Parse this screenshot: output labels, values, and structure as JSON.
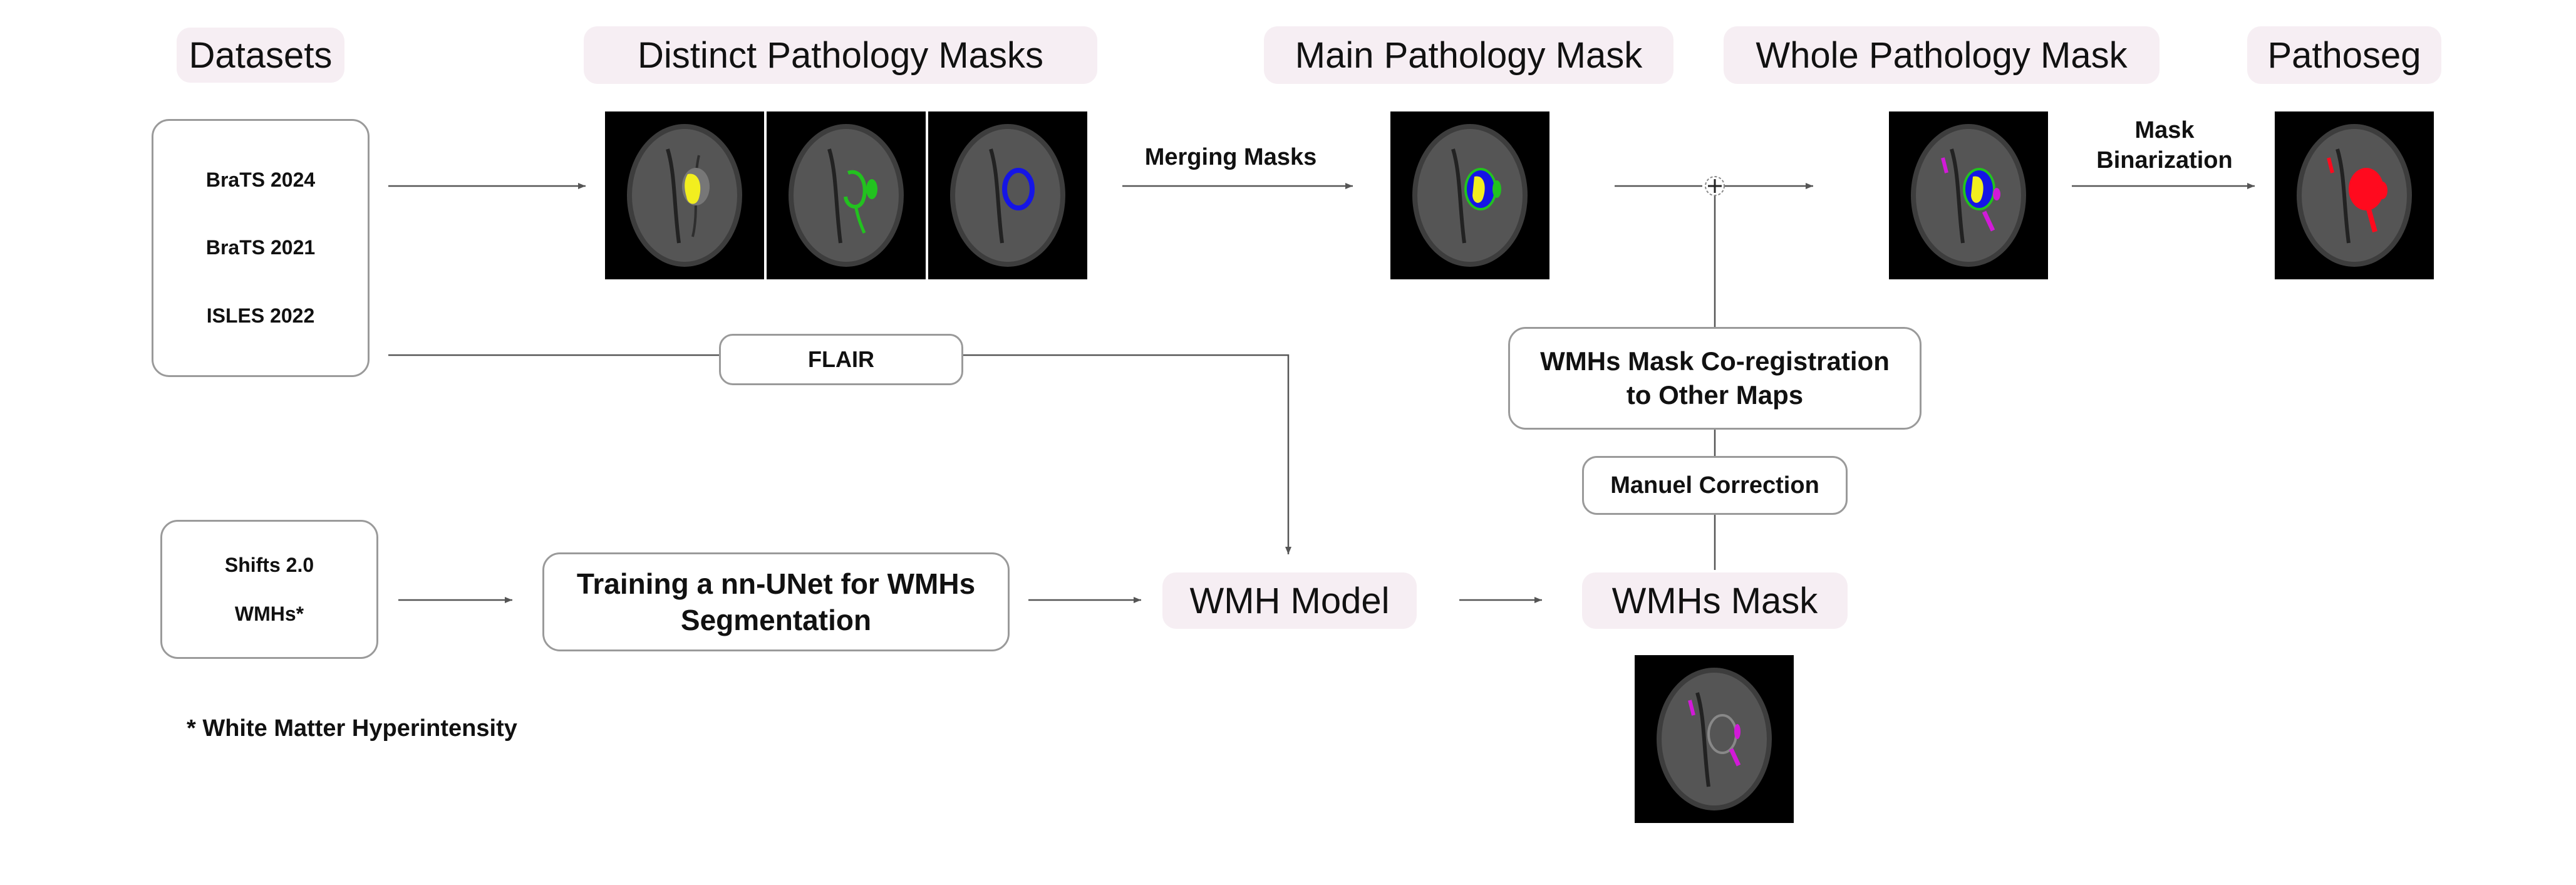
{
  "headers": {
    "datasets": "Datasets",
    "distinct": "Distinct Pathology Masks",
    "main": "Main Pathology Mask",
    "whole": "Whole Pathology Mask",
    "pathoseg": "Pathoseg"
  },
  "datasets_box": {
    "items": [
      "BraTS 2024",
      "BraTS 2021",
      "ISLES 2022"
    ]
  },
  "wmh_datasets_box": {
    "items": [
      "Shifts 2.0",
      "WMHs*"
    ]
  },
  "labels": {
    "merging": "Merging Masks",
    "binarization_line1": "Mask",
    "binarization_line2": "Binarization",
    "flair": "FLAIR",
    "training_line1": "Training a nn-UNet for WMHs",
    "training_line2": "Segmentation",
    "wmh_model": "WMH Model",
    "wmhs_mask": "WMHs Mask",
    "coreg_line1": "WMHs Mask Co-registration",
    "coreg_line2": "to Other Maps",
    "manual": "Manuel Correction",
    "plus": "+",
    "footnote": "* White Matter Hyperintensity"
  },
  "colors": {
    "header_bg": "#f6eef3",
    "tumor_yellow": "#f2ee1f",
    "edema_green": "#22c21f",
    "enhancing_blue": "#1515e6",
    "wmh_magenta": "#d21ad8",
    "binary_red": "#ff0a1e",
    "line": "#555555"
  }
}
